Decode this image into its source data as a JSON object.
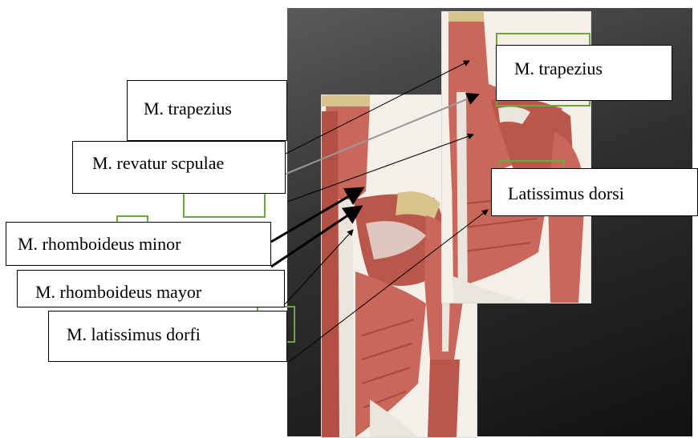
{
  "labels": {
    "trapezius_left": "M. trapezius",
    "levator_scapulae": "M. revatur scpulae",
    "rhomboideus_minor": "M. rhomboideus minor",
    "rhomboideus_major": "M. rhomboideus mayor",
    "latissimus_left": "M. latissimus dorfi",
    "trapezius_right": "M. trapezius",
    "latissimus_right": "Latissimus dorsi"
  },
  "colors": {
    "muscle": "#c9685a",
    "muscle_dark": "#a84a3d",
    "tendon": "#e9e4dc",
    "bone": "#d8c48a",
    "ghost_border": "#6aaa3a"
  }
}
